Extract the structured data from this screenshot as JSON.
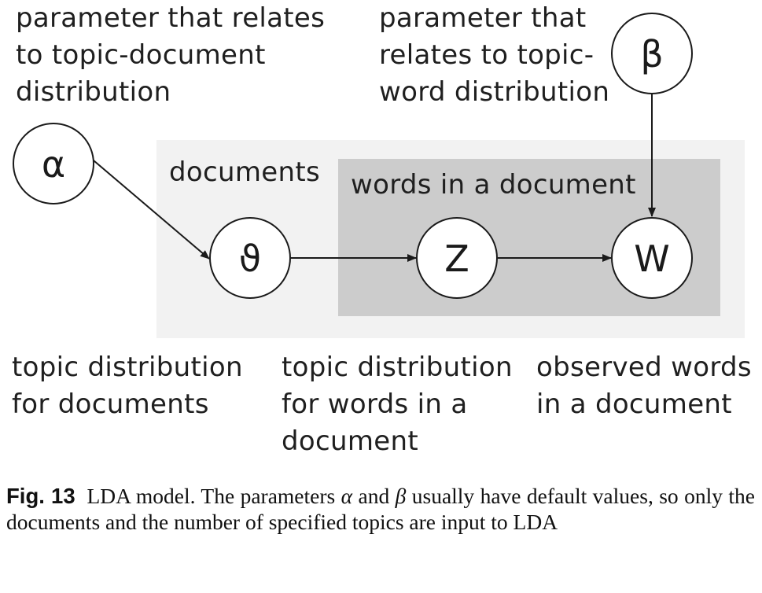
{
  "labels": {
    "alpha_param": "parameter that relates\nto topic-document\ndistribution",
    "beta_param": "parameter that\nrelates to topic-\nword distribution",
    "documents_plate": "documents",
    "words_plate": "words in a document",
    "theta_desc": "topic distribution\nfor documents",
    "z_desc": "topic distribution\nfor words in a\ndocument",
    "w_desc": "observed words\nin a document"
  },
  "nodes": {
    "alpha": "α",
    "beta": "β",
    "theta": "ϑ",
    "z": "Z",
    "w": "W"
  },
  "caption": {
    "label": "Fig. 13",
    "text_1": "LDA model. The parameters ",
    "alpha": "α",
    "text_2": " and ",
    "beta": "β",
    "text_3": " usually have default values, so only the documents and the number of specified topics are input to LDA"
  },
  "colors": {
    "outer_plate": "#f2f2f2",
    "inner_plate": "#cccccc",
    "stroke": "#1a1a1a"
  }
}
